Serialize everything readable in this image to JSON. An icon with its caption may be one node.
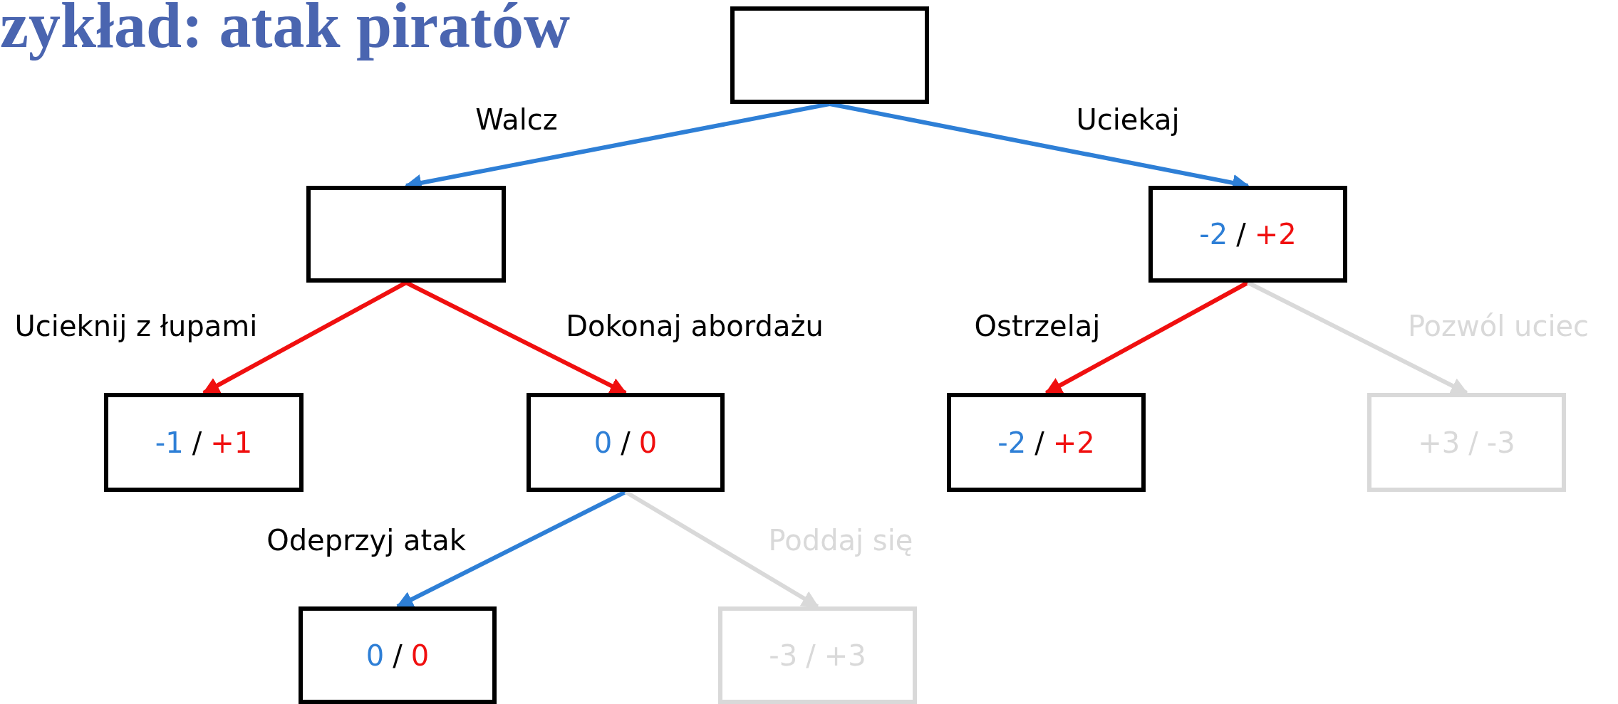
{
  "diagram": {
    "title": "zykład: atak piratów",
    "nodes": [
      {
        "text": [],
        "shape": "box"
      },
      {
        "text": [],
        "shape": "box"
      },
      {
        "text": [
          "-2",
          "/",
          "+2"
        ]
      },
      {
        "text": [
          "-1",
          "/",
          "+1"
        ]
      },
      {
        "text": [
          "0",
          "/",
          "0"
        ]
      },
      {
        "text": [
          "-2",
          "/",
          "+2"
        ]
      },
      {
        "text": [
          "+3",
          "/",
          "-3"
        ]
      },
      {
        "text": [
          "0",
          "/",
          "0"
        ]
      },
      {
        "text": [
          "-3",
          "/",
          "+3"
        ]
      }
    ],
    "edges": [
      {
        "from": 0,
        "to": 1,
        "arrow": "to",
        "label": "Walcz",
        "color": "#2e7fd6"
      },
      {
        "from": 0,
        "to": 2,
        "arrow": "to",
        "label": "Uciekaj",
        "color": "#2e7fd6"
      },
      {
        "from": 1,
        "to": 3,
        "arrow": "to",
        "label": "Ucieknij z łupami",
        "color": "#f00f0f"
      },
      {
        "from": 1,
        "to": 4,
        "arrow": "to",
        "label": "Dokonaj abordażu",
        "color": "#f00f0f"
      },
      {
        "from": 2,
        "to": 5,
        "arrow": "to",
        "label": "Ostrzelaj",
        "color": "#f00f0f"
      },
      {
        "from": 2,
        "to": 6,
        "arrow": "to",
        "label": "Pozwól uciec",
        "color": "#d9d9d9"
      },
      {
        "from": 4,
        "to": 7,
        "arrow": "to",
        "label": "Odeprzyj atak",
        "color": "#2e7fd6"
      },
      {
        "from": 4,
        "to": 8,
        "arrow": "to",
        "label": "Poddaj się",
        "color": "#d9d9d9"
      }
    ]
  }
}
